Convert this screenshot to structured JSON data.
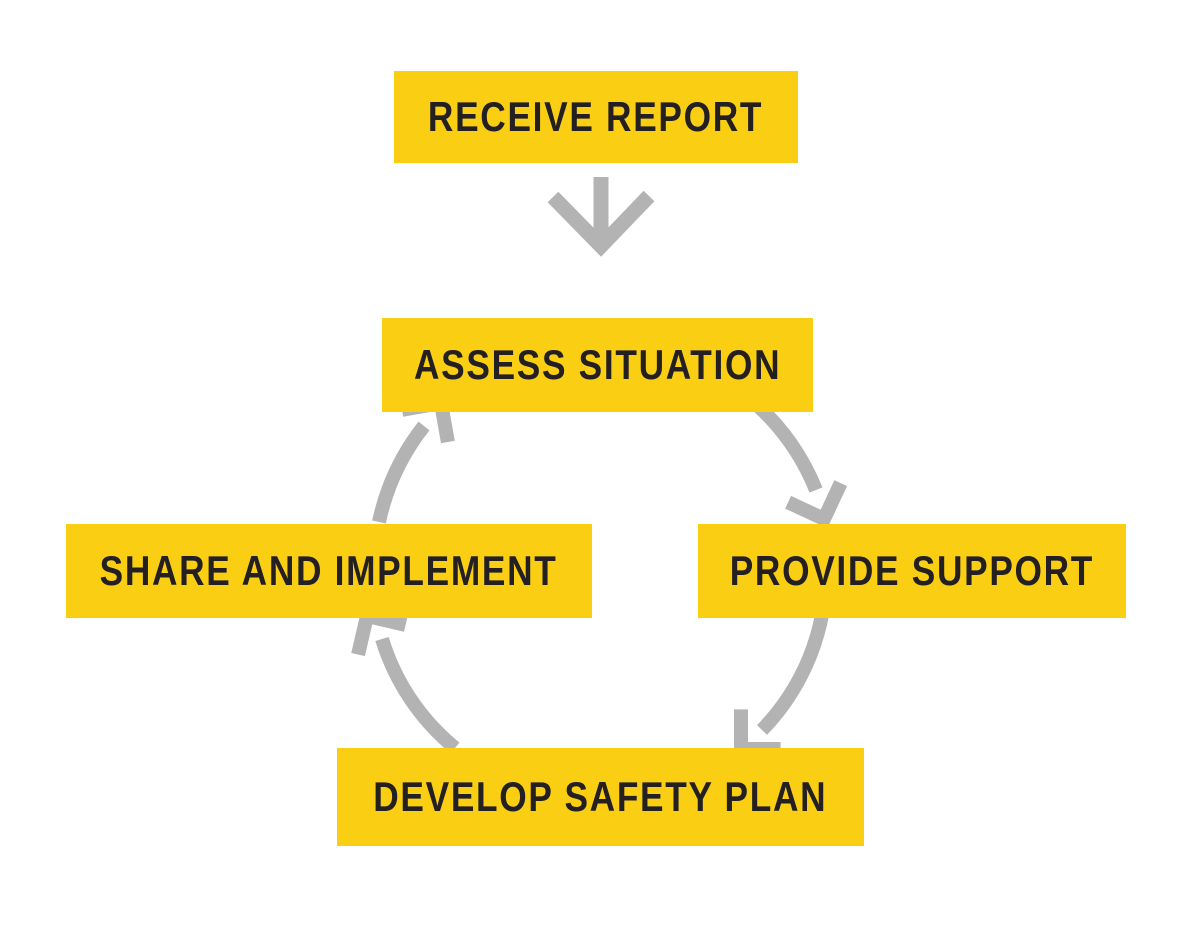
{
  "diagram": {
    "type": "cycle-flowchart",
    "colors": {
      "box": "#FACF13",
      "arrow": "#B3B3B3",
      "text": "#242021",
      "background": "#FFFFFF"
    },
    "nodes": [
      {
        "id": "receive-report",
        "label": "RECEIVE REPORT"
      },
      {
        "id": "assess-situation",
        "label": "ASSESS SITUATION"
      },
      {
        "id": "provide-support",
        "label": "PROVIDE SUPPORT"
      },
      {
        "id": "develop-safety-plan",
        "label": "DEVELOP SAFETY PLAN"
      },
      {
        "id": "share-and-implement",
        "label": "SHARE AND IMPLEMENT"
      }
    ],
    "edges": [
      {
        "from": "receive-report",
        "to": "assess-situation",
        "style": "straight-down-arrow"
      },
      {
        "from": "assess-situation",
        "to": "provide-support",
        "style": "clockwise-arc-arrow"
      },
      {
        "from": "provide-support",
        "to": "develop-safety-plan",
        "style": "clockwise-arc-arrow"
      },
      {
        "from": "develop-safety-plan",
        "to": "share-and-implement",
        "style": "clockwise-arc-arrow"
      },
      {
        "from": "share-and-implement",
        "to": "assess-situation",
        "style": "clockwise-arc-arrow"
      }
    ]
  }
}
